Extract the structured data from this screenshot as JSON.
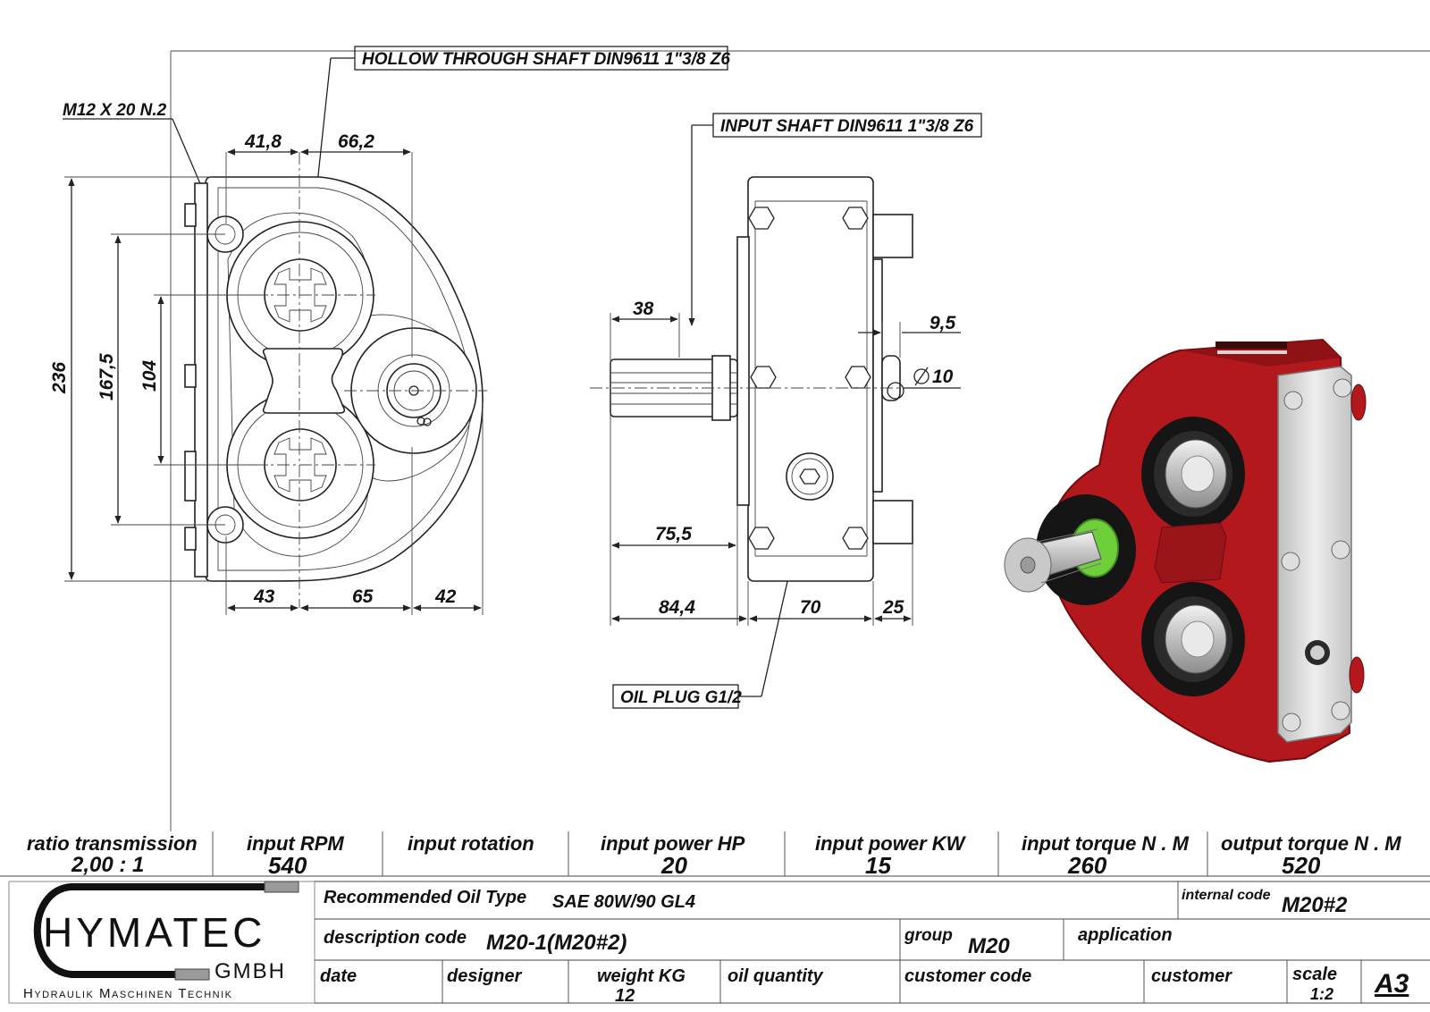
{
  "callouts": {
    "hollow_shaft": "HOLLOW THROUGH SHAFT DIN9611 1\"3/8 Z6",
    "input_shaft": "INPUT SHAFT DIN9611 1\"3/8 Z6",
    "bolt": "M12 X 20 N.2",
    "oil_plug": "OIL PLUG G1/2"
  },
  "front_view": {
    "dims": {
      "top_left": "41,8",
      "top_right": "66,2",
      "height_total": "236",
      "height_bolts": "167,5",
      "height_shafts": "104",
      "bottom_left": "43",
      "bottom_mid": "65",
      "bottom_right": "42"
    }
  },
  "side_view": {
    "dims": {
      "shaft_len": "38",
      "right_offset": "9,5",
      "diameter": "10",
      "shaft_to_body": "75,5",
      "overall_left": "84,4",
      "body_width": "70",
      "right_len": "25"
    }
  },
  "specs": [
    {
      "label": "ratio  transmission",
      "value": "2,00 : 1"
    },
    {
      "label": "input  RPM",
      "value": "540"
    },
    {
      "label": "input   rotation",
      "value": ""
    },
    {
      "label": "input  power  HP",
      "value": "20"
    },
    {
      "label": "input power  KW",
      "value": "15"
    },
    {
      "label": "input  torque  N . M",
      "value": "260"
    },
    {
      "label": "output  torque  N . M",
      "value": "520"
    }
  ],
  "title_block": {
    "recommended_oil_label": "Recommended Oil Type",
    "recommended_oil_value": "SAE 80W/90 GL4",
    "internal_code_label": "internal code",
    "internal_code_value": "M20#2",
    "description_label": "description  code",
    "description_value": "M20-1(M20#2)",
    "group_label": "group",
    "group_value": "M20",
    "application_label": "application",
    "date_label": "date",
    "designer_label": "designer",
    "weight_label": "weight  KG",
    "weight_value": "12",
    "oil_quantity_label": "oil  quantity",
    "customer_code_label": "customer  code",
    "customer_label": "customer",
    "scale_label": "scale",
    "scale_value": "1:2",
    "sheet_size": "A3"
  },
  "logo": {
    "brand": "HYMATEC",
    "suffix": "GMBH",
    "tagline": "Hydraulik Maschinen Technik"
  },
  "colors": {
    "housing_red": "#b3181d",
    "housing_dark": "#7a0e12",
    "cover_grey": "#d9d9d9",
    "seal_green": "#6ecf3a"
  }
}
